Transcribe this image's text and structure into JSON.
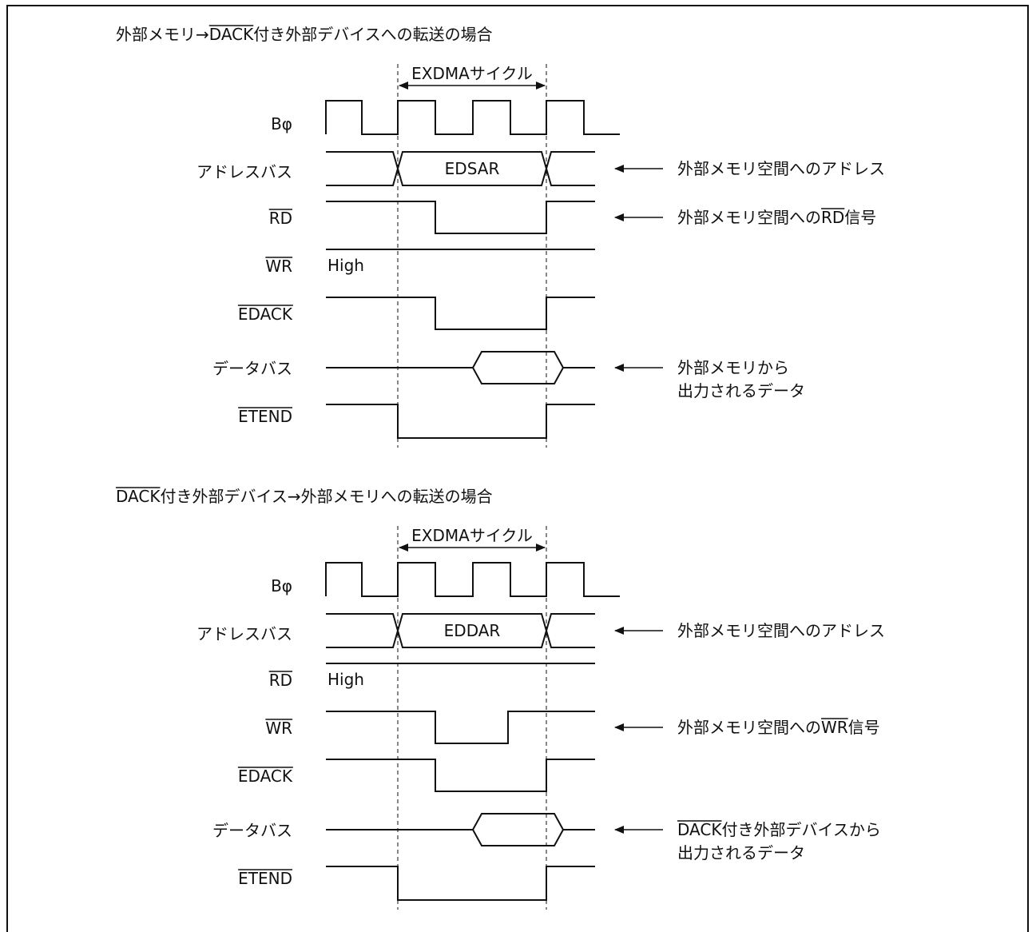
{
  "diagrams": [
    {
      "title_parts": [
        {
          "text": "外部メモリ→",
          "overline": false
        },
        {
          "text": "DACK",
          "overline": true
        },
        {
          "text": "付き外部デバイスへの転送の場合",
          "overline": false
        }
      ],
      "cycle_label": "EXDMAサイクル",
      "signals": {
        "clock": {
          "name": "Bφ"
        },
        "address": {
          "name": "アドレスバス",
          "value": "EDSAR"
        },
        "rd": {
          "name": "RD",
          "overline": true
        },
        "wr": {
          "name": "WR",
          "overline": true,
          "state": "High"
        },
        "edack": {
          "name": "EDACK",
          "overline": true
        },
        "data": {
          "name": "データバス"
        },
        "etend": {
          "name": "ETEND",
          "overline": true
        }
      },
      "annotations": {
        "address": [
          {
            "text": "外部メモリ空間へのアドレス",
            "overline": false
          }
        ],
        "rd": [
          {
            "text": "外部メモリ空間への",
            "overline": false
          },
          {
            "text": "RD",
            "overline": true
          },
          {
            "text": "信号",
            "overline": false
          }
        ],
        "data_line1": [
          {
            "text": "外部メモリから",
            "overline": false
          }
        ],
        "data_line2": [
          {
            "text": "出力されるデータ",
            "overline": false
          }
        ]
      }
    },
    {
      "title_parts": [
        {
          "text": "DACK",
          "overline": true
        },
        {
          "text": "付き外部デバイス→外部メモリへの転送の場合",
          "overline": false
        }
      ],
      "cycle_label": "EXDMAサイクル",
      "signals": {
        "clock": {
          "name": "Bφ"
        },
        "address": {
          "name": "アドレスバス",
          "value": "EDDAR"
        },
        "rd": {
          "name": "RD",
          "overline": true,
          "state": "High"
        },
        "wr": {
          "name": "WR",
          "overline": true
        },
        "edack": {
          "name": "EDACK",
          "overline": true
        },
        "data": {
          "name": "データバス"
        },
        "etend": {
          "name": "ETEND",
          "overline": true
        }
      },
      "annotations": {
        "address": [
          {
            "text": "外部メモリ空間へのアドレス",
            "overline": false
          }
        ],
        "wr": [
          {
            "text": "外部メモリ空間への",
            "overline": false
          },
          {
            "text": "WR",
            "overline": true
          },
          {
            "text": "信号",
            "overline": false
          }
        ],
        "data_line1": [
          {
            "text": "DACK",
            "overline": true
          },
          {
            "text": "付き外部デバイスから",
            "overline": false
          }
        ],
        "data_line2": [
          {
            "text": "出力されるデータ",
            "overline": false
          }
        ]
      }
    }
  ]
}
